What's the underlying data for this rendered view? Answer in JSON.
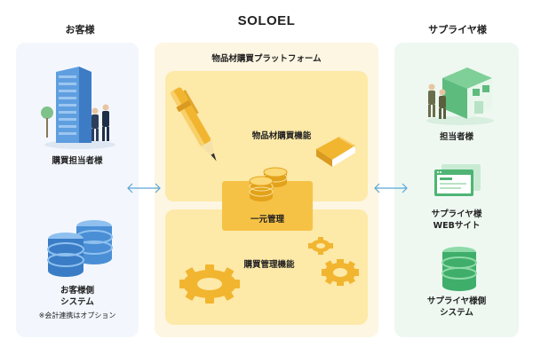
{
  "logo": "SOLOEL",
  "customer": {
    "title": "お客様",
    "purchaser_label": "購買担当者様",
    "system_label_1": "お客様側",
    "system_label_2": "システム",
    "system_note": "※会計連携はオプション"
  },
  "platform": {
    "title": "物品材購買プラットフォーム",
    "procurement_label": "物品材購買機能",
    "central_label": "一元管理",
    "management_label": "購買管理機能"
  },
  "supplier": {
    "title": "サプライヤ様",
    "staff_label": "担当者様",
    "web_label_1": "サプライヤ様",
    "web_label_2": "WEBサイト",
    "system_label_1": "サプライヤ様側",
    "system_label_2": "システム"
  },
  "colors": {
    "customer_panel": "#f3f7fd",
    "platform_outer": "#fdf6e2",
    "platform_inner": "#fde9a8",
    "central_box": "#f6c245",
    "supplier_panel": "#eef8f1",
    "arrow": "#5aa6d8",
    "gear": "#f2b530",
    "db_blue": "#4a8fd6",
    "db_green": "#3fae6a"
  }
}
